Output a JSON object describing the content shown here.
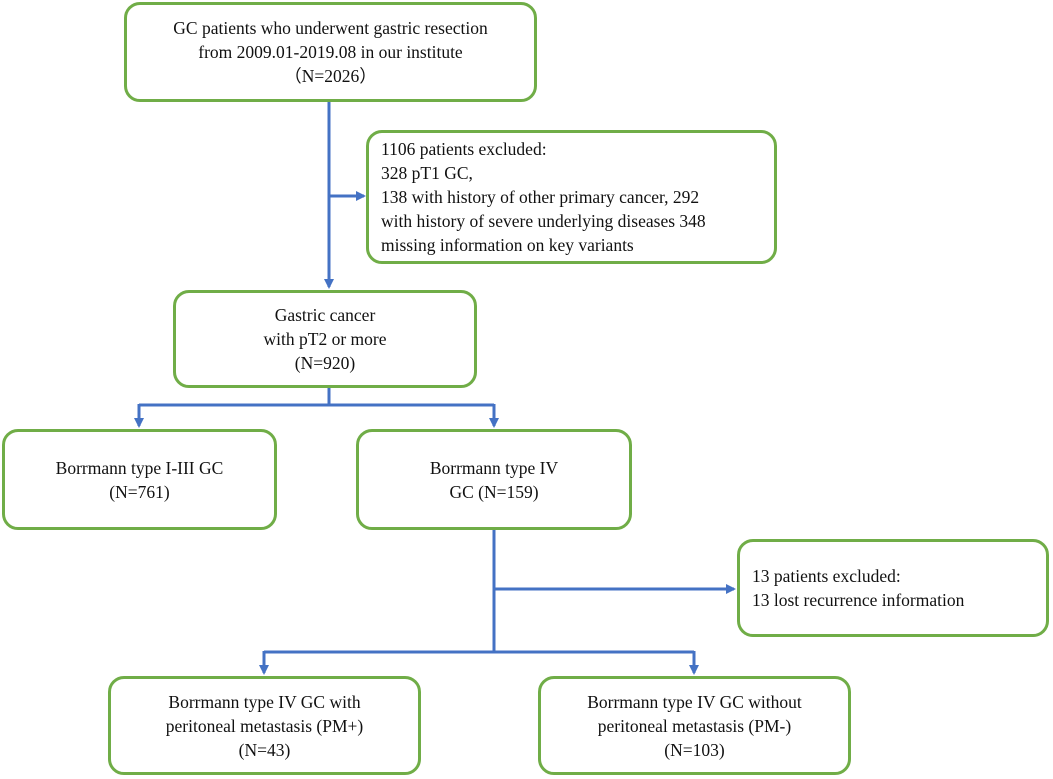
{
  "colors": {
    "box_border": "#70ad47",
    "arrow": "#4472c4"
  },
  "boxes": {
    "total": {
      "lines": [
        "GC patients who underwent gastric resection",
        "from 2009.01-2019.08  in our institute",
        "（N=2026）"
      ]
    },
    "excluded_1": {
      "lines": [
        "1106 patients  excluded:",
        "328  pT1 GC,",
        "138 with history of  other primary cancer, 292",
        "with history of severe underlying diseases 348",
        "missing information on key variants"
      ]
    },
    "pt2": {
      "lines": [
        "Gastric cancer",
        "with pT2 or more",
        "(N=920)"
      ]
    },
    "type_1_3": {
      "lines": [
        "Borrmann type I-III  GC",
        "(N=761)"
      ]
    },
    "type_4": {
      "lines": [
        "Borrmann type IV",
        "GC (N=159)"
      ]
    },
    "excluded_2": {
      "lines": [
        "13  patients excluded:",
        "13  lost recurrence information"
      ]
    },
    "pm_pos": {
      "lines": [
        "Borrmann type IV GC with",
        "peritoneal metastasis (PM+)",
        "(N=43)"
      ]
    },
    "pm_neg": {
      "lines": [
        "Borrmann type IV GC without",
        "peritoneal metastasis (PM-)",
        "(N=103)"
      ]
    }
  }
}
